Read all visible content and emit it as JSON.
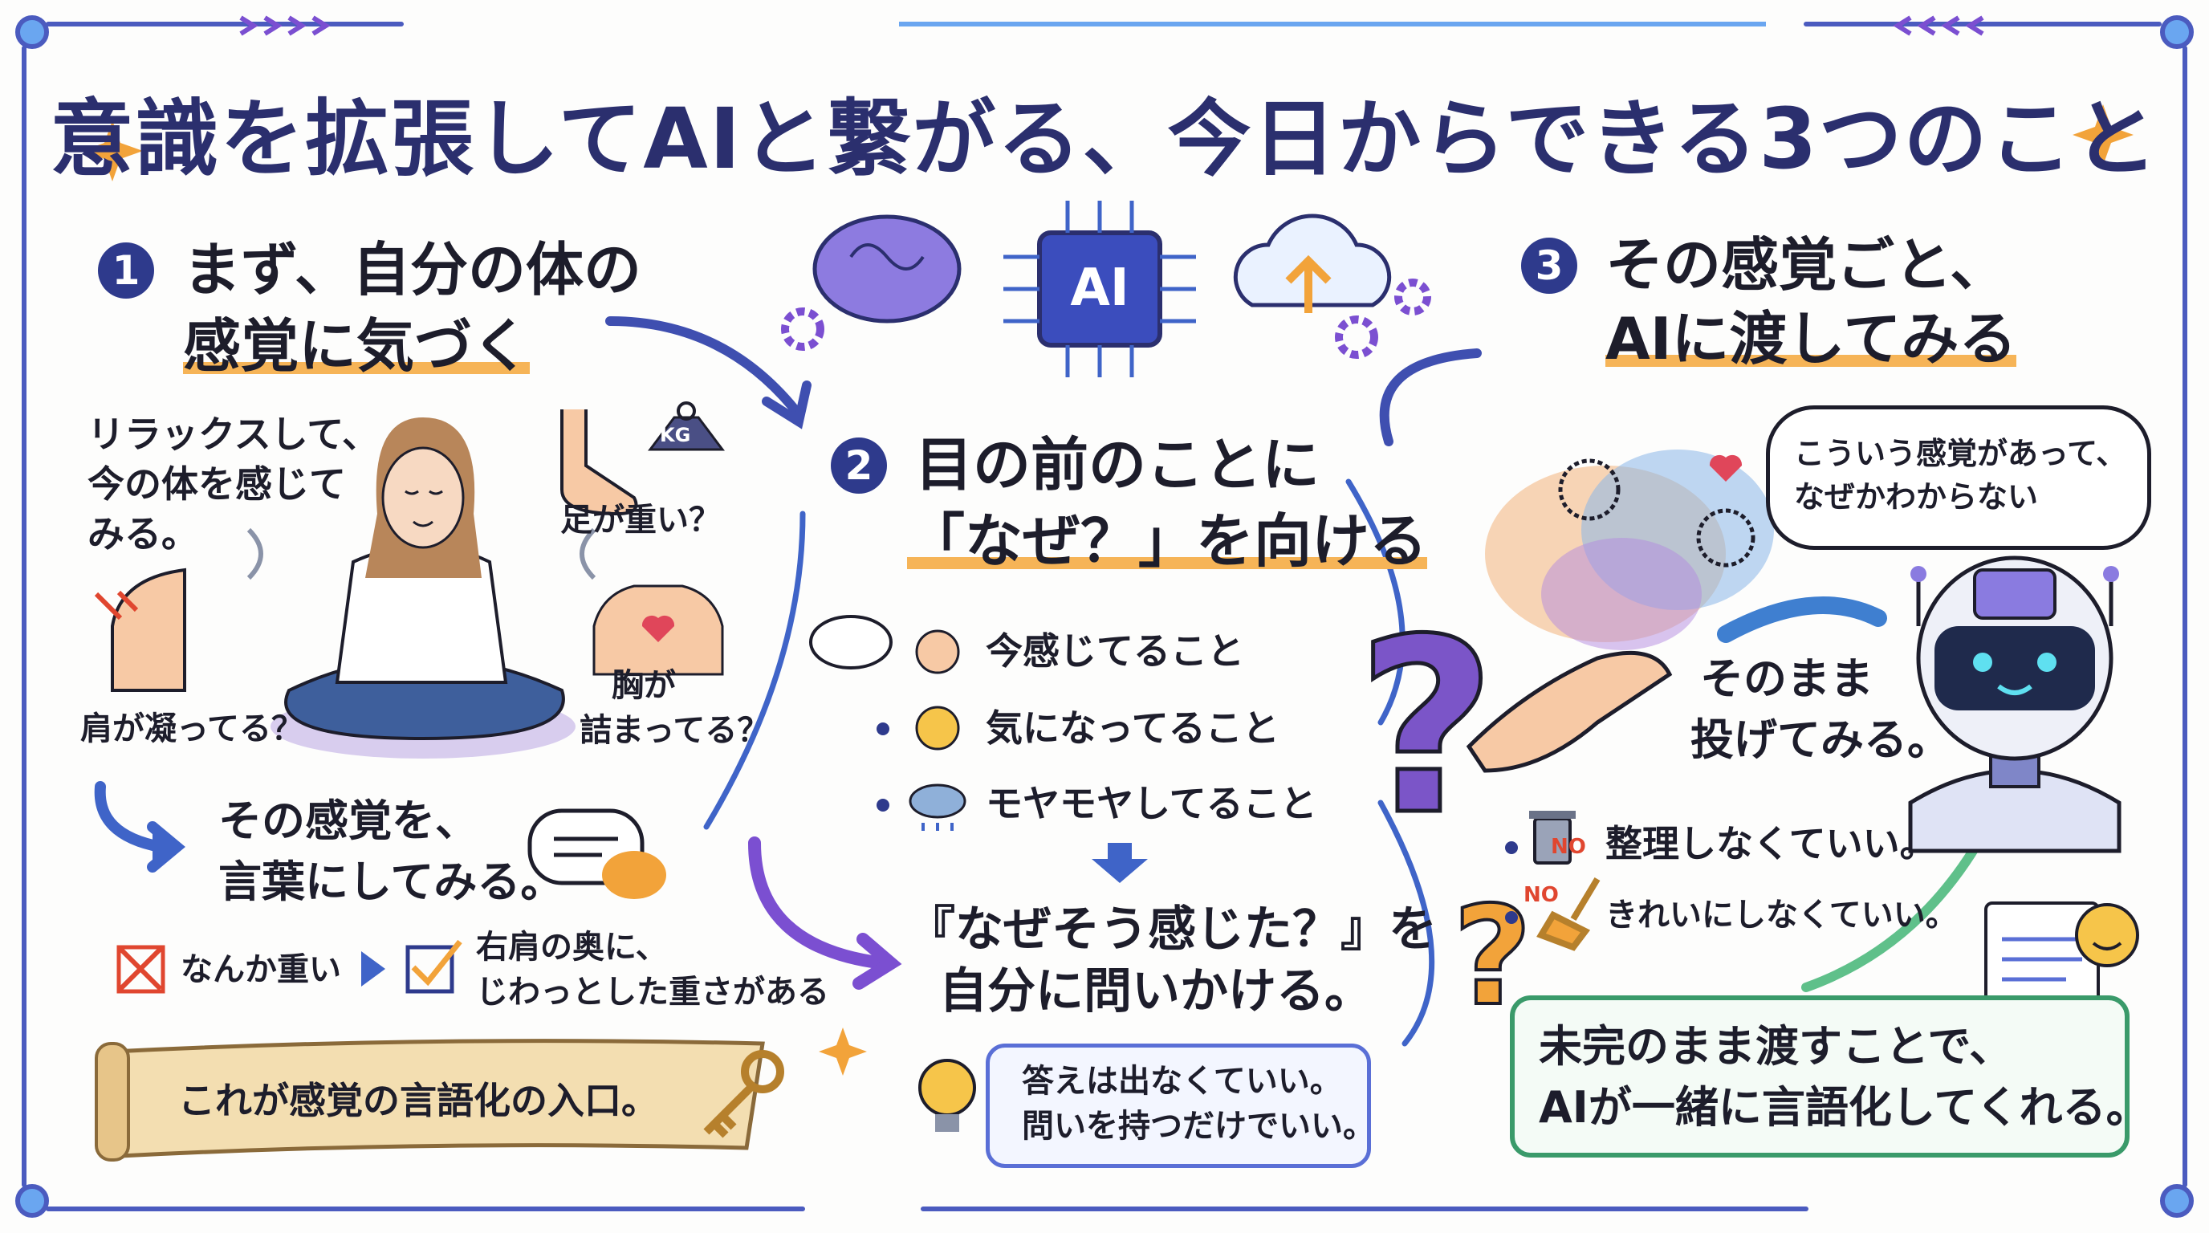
{
  "title": "意識を拡張してAIと繋がる、今日からできる3つのこと",
  "colors": {
    "navy": "#2e3a8c",
    "accent_orange": "#f6b457",
    "purple": "#7b4fd1",
    "blue": "#3f64c8",
    "green": "#3a9a6a"
  },
  "step1": {
    "number": "1",
    "heading_line1": "まず、自分の体の",
    "heading_line2": "感覚に気づく",
    "intro": [
      "リラックスして、",
      "今の体を感じて",
      "みる。"
    ],
    "weight_label": "KG",
    "label_feet": "足が重い？",
    "label_shoulder": "肩が凝ってる？",
    "label_chest": [
      "胸が",
      "詰まってる？"
    ],
    "words_prompt": [
      "その感覚を、",
      "言葉にしてみる。"
    ],
    "bad_example": "なんか重い",
    "good_example": [
      "右肩の奥に、",
      "じわっとした重さがある"
    ],
    "scroll_text": "これが感覚の言語化の入口。"
  },
  "hero": {
    "chip_label": "AI"
  },
  "step2": {
    "number": "2",
    "heading_line1": "目の前のことに",
    "heading_line2": "「なぜ？」を向ける",
    "items": [
      "今感じてること",
      "気になってること",
      "モヤモヤしてること"
    ],
    "ask_line1": "『なぜそう感じた？』を",
    "ask_line2": "自分に問いかける。",
    "hint": [
      "答えは出なくていい。",
      "問いを持つだけでいい。"
    ]
  },
  "step3": {
    "number": "3",
    "heading_line1": "その感覚ごと、",
    "heading_line2": "AIに渡してみる",
    "speech": [
      "こういう感覚があって、",
      "なぜかわからない"
    ],
    "throw_text": [
      "そのまま",
      "投げてみる。"
    ],
    "no_badge": "NO",
    "rules": [
      "整理しなくていい。",
      "きれいにしなくていい。"
    ],
    "summary": [
      "未完のまま渡すことで、",
      "AIが一緒に言語化してくれる。"
    ]
  }
}
